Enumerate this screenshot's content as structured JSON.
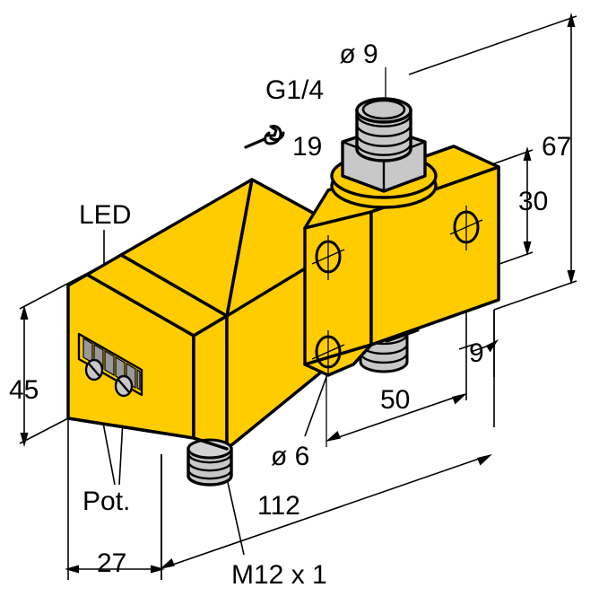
{
  "drawing": {
    "title": "Sensor dimensional drawing",
    "background_color": "#ffffff",
    "housing_color": "#ffcc00",
    "metal_color": "#c8c8c8",
    "metal_dark_color": "#b4b4b4",
    "display_segment_color": "#999999",
    "line_color": "#000000",
    "view": "isometric"
  },
  "labels": {
    "diameter_top": "ø 9",
    "thread_top": "G1/4",
    "wrench_size": "19",
    "led": "LED",
    "potentiometer": "Pot.",
    "diameter_mounting_hole": "ø 6",
    "connector_thread": "M12 x 1"
  },
  "dimensions": {
    "height_total": "67",
    "height_block": "30",
    "height_body": "45",
    "width_body": "27",
    "length_total": "112",
    "length_mounting": "50",
    "offset_port": "9"
  },
  "icons": {
    "wrench": "wrench-icon",
    "diameter_symbol": "ø"
  },
  "display": {
    "segment_count": 6,
    "pot_screw_count": 2
  }
}
